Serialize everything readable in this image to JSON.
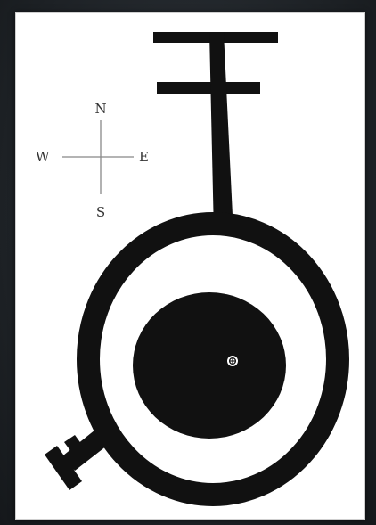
{
  "compass": {
    "north": "N",
    "south": "S",
    "east": "E",
    "west": "W"
  },
  "colors": {
    "background": "#23282d",
    "paper": "#ffffff",
    "ink": "#111111",
    "compass_line": "#888888"
  },
  "icons": {
    "symbol": "key-with-antenna-icon",
    "hub": "crosshair-dot-icon"
  }
}
